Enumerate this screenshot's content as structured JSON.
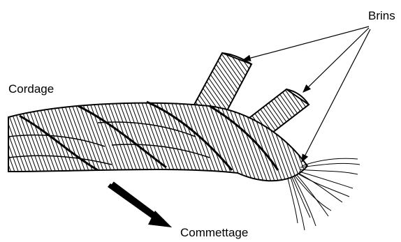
{
  "labels": {
    "strands": "Brins",
    "rope": "Cordage",
    "twist": "Commettage"
  }
}
